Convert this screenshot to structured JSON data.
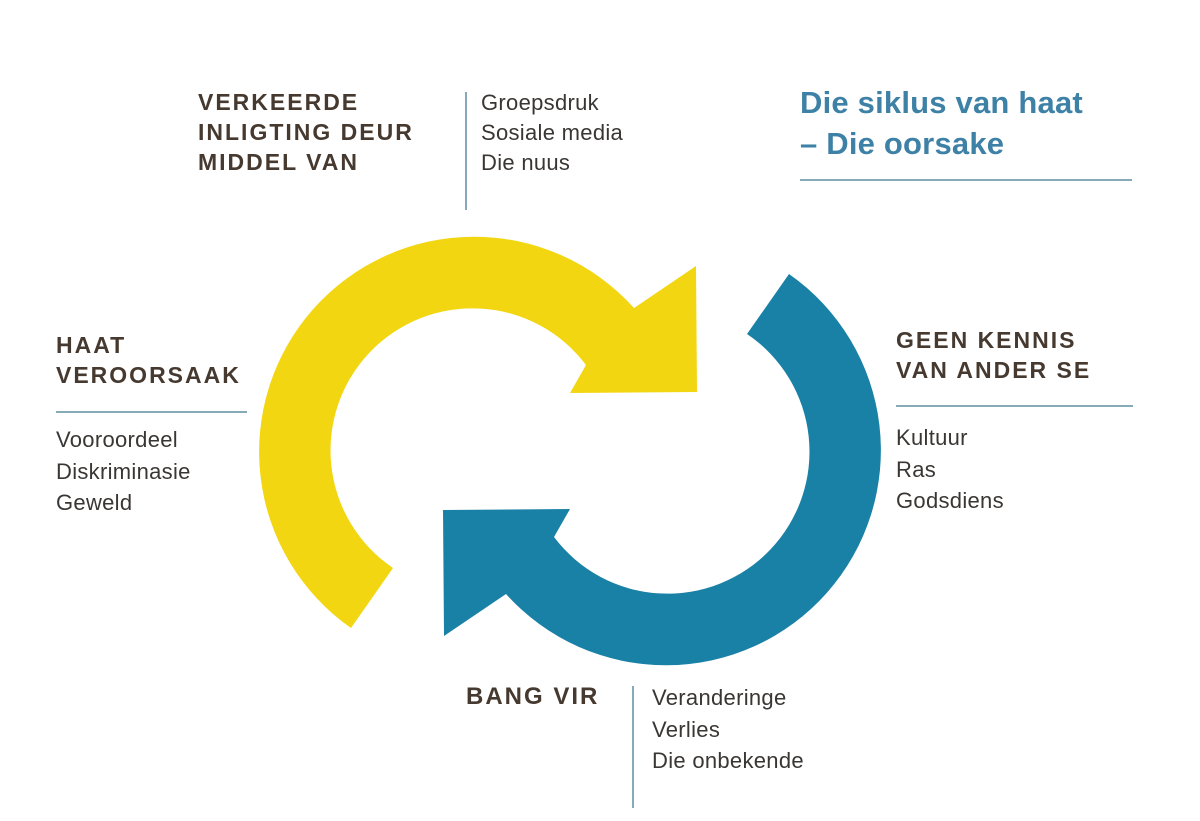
{
  "title": {
    "line1": "Die siklus van haat",
    "line2": "– Die oorsake"
  },
  "colors": {
    "arrow_yellow": "#F3D612",
    "arrow_blue": "#1A81A6",
    "title_teal": "#3E81A6",
    "heading_brown": "#46392F",
    "body_text": "#3A3633",
    "rule_line": "#87AAB9"
  },
  "sections": {
    "misinformation": {
      "heading_lines": [
        "VERKEERDE",
        "INLIGTING DEUR",
        "MIDDEL VAN"
      ],
      "items": [
        "Groepsdruk",
        "Sosiale media",
        "Die nuus"
      ]
    },
    "hate": {
      "heading_lines": [
        "HAAT",
        "VEROORSAAK"
      ],
      "items": [
        "Vooroordeel",
        "Diskriminasie",
        "Geweld"
      ]
    },
    "knowledge": {
      "heading_lines": [
        "GEEN KENNIS",
        "VAN ANDER SE"
      ],
      "items": [
        "Kultuur",
        "Ras",
        "Godsdiens"
      ]
    },
    "fear": {
      "heading_lines": [
        "BANG VIR"
      ],
      "items": [
        "Veranderinge",
        "Verlies",
        "Die onbekende"
      ]
    }
  }
}
